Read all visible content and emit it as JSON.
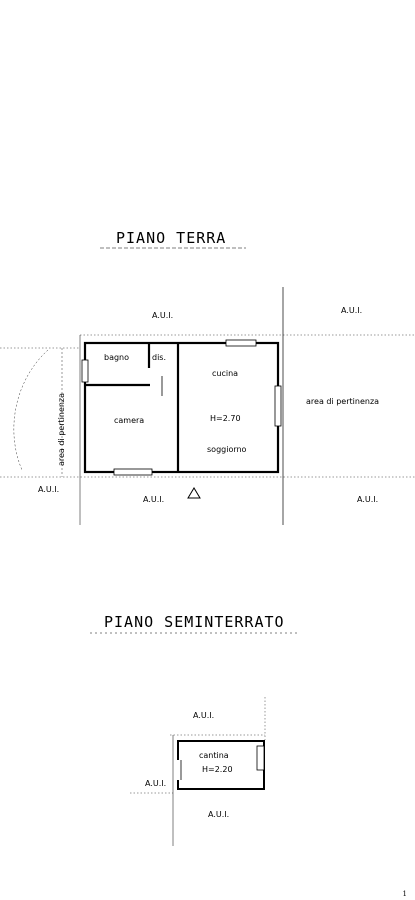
{
  "titles": {
    "ground_floor": "PIANO TERRA",
    "basement": "PIANO SEMINTERRATO"
  },
  "ground_floor": {
    "aui_top_left": "A.U.I.",
    "aui_top_right": "A.U.I.",
    "aui_left": "A.U.I.",
    "aui_bottom_mid": "A.U.I.",
    "aui_bottom_right": "A.U.I.",
    "area_left": "area di pertinenza",
    "area_right": "area di pertinenza",
    "rooms": {
      "bagno": "bagno",
      "dis": "dis.",
      "camera": "camera",
      "cucina": "cucina",
      "height": "H=2.70",
      "soggiorno": "soggiorno"
    }
  },
  "basement": {
    "aui_top": "A.U.I.",
    "aui_left": "A.U.I.",
    "aui_bottom": "A.U.I.",
    "room": "cantina",
    "height": "H=2.20"
  },
  "page_number": "1"
}
